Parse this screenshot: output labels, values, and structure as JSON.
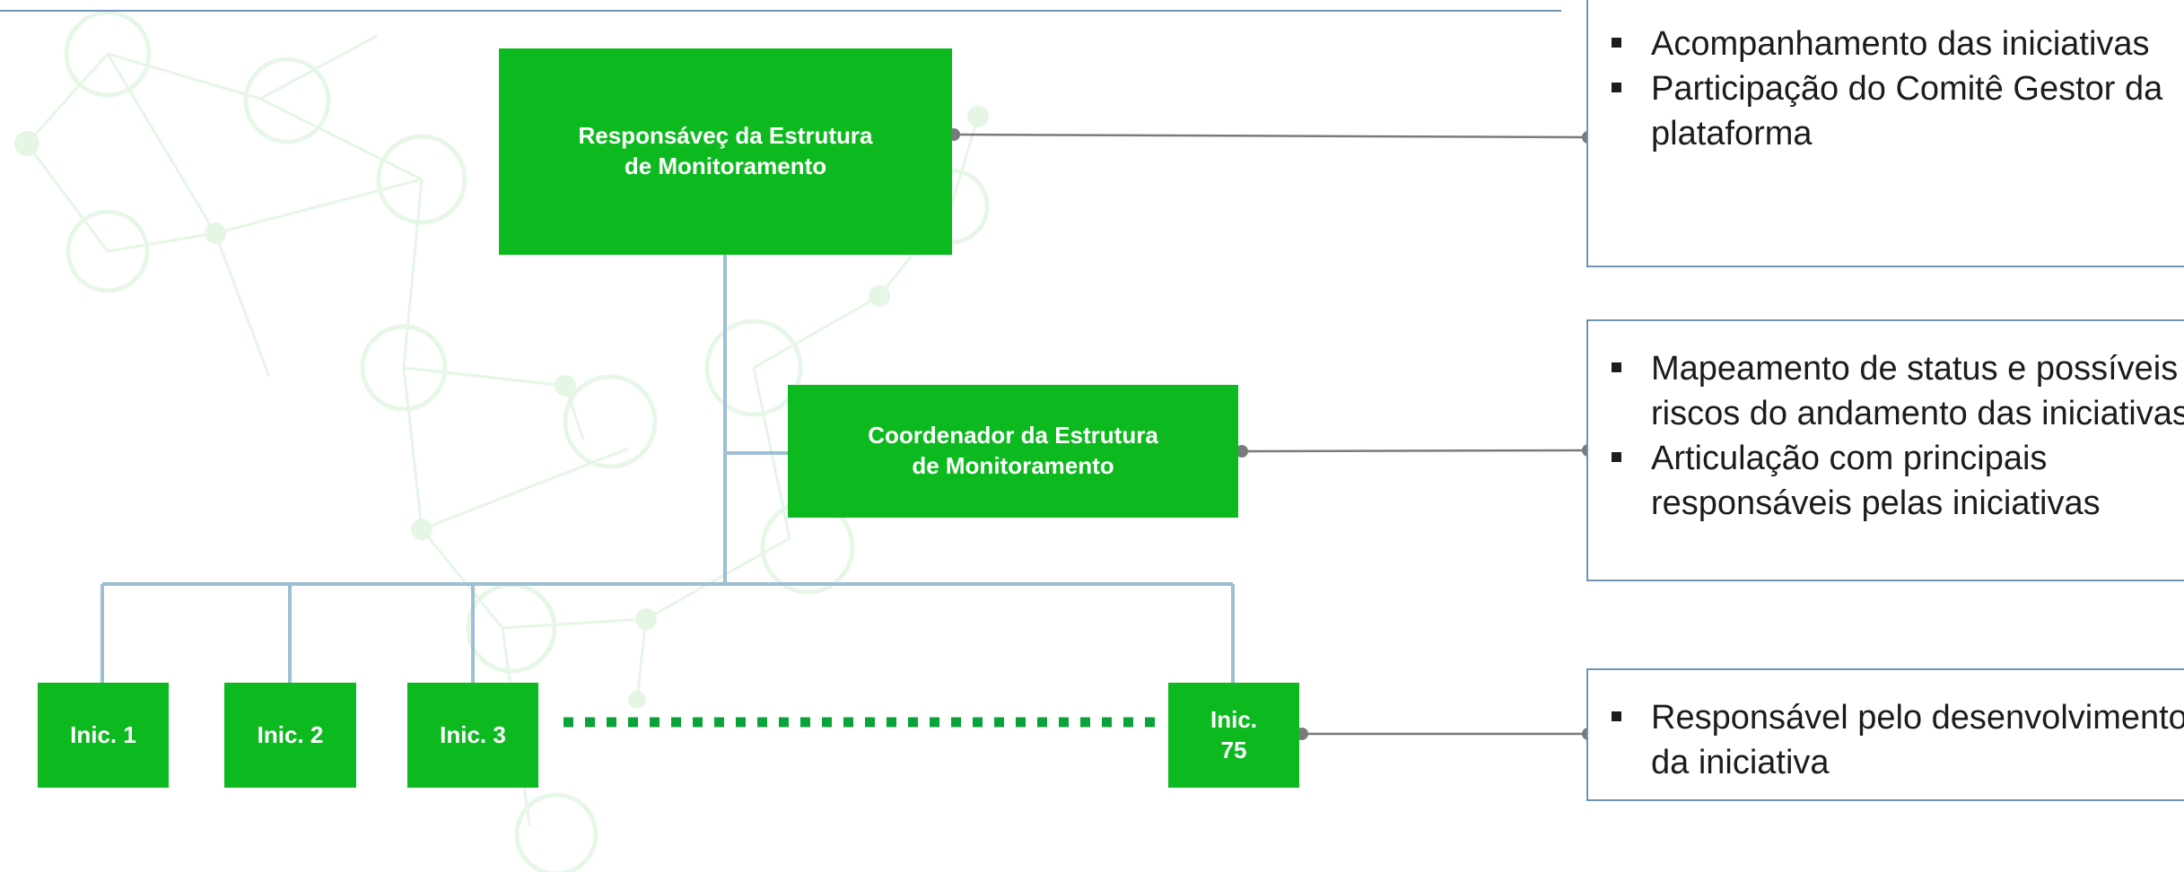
{
  "colors": {
    "box_green": "#0cb91f",
    "dotted_green": "#0aa33a",
    "connector_blue": "#9dbfd3",
    "pointer_gray": "#7a7a7a",
    "panel_border": "#6f93b5"
  },
  "roles": {
    "top": "Responsáveç da Estrutura\nde Monitoramento",
    "coordinator": "Coordenador da Estrutura\nde Monitoramento"
  },
  "initiatives": [
    "Inic. 1",
    "Inic. 2",
    "Inic. 3",
    "Inic.\n75"
  ],
  "responsibilities": {
    "top": [
      "Acompanhamento das iniciativas",
      "Participação do Comitê Gestor da plataforma"
    ],
    "coordinator": [
      "Mapeamento de status e possíveis riscos do andamento das iniciativas",
      "Articulação com principais responsáveis pelas iniciativas"
    ],
    "initiative": [
      "Responsável pelo desenvolvimento da iniciativa"
    ]
  }
}
